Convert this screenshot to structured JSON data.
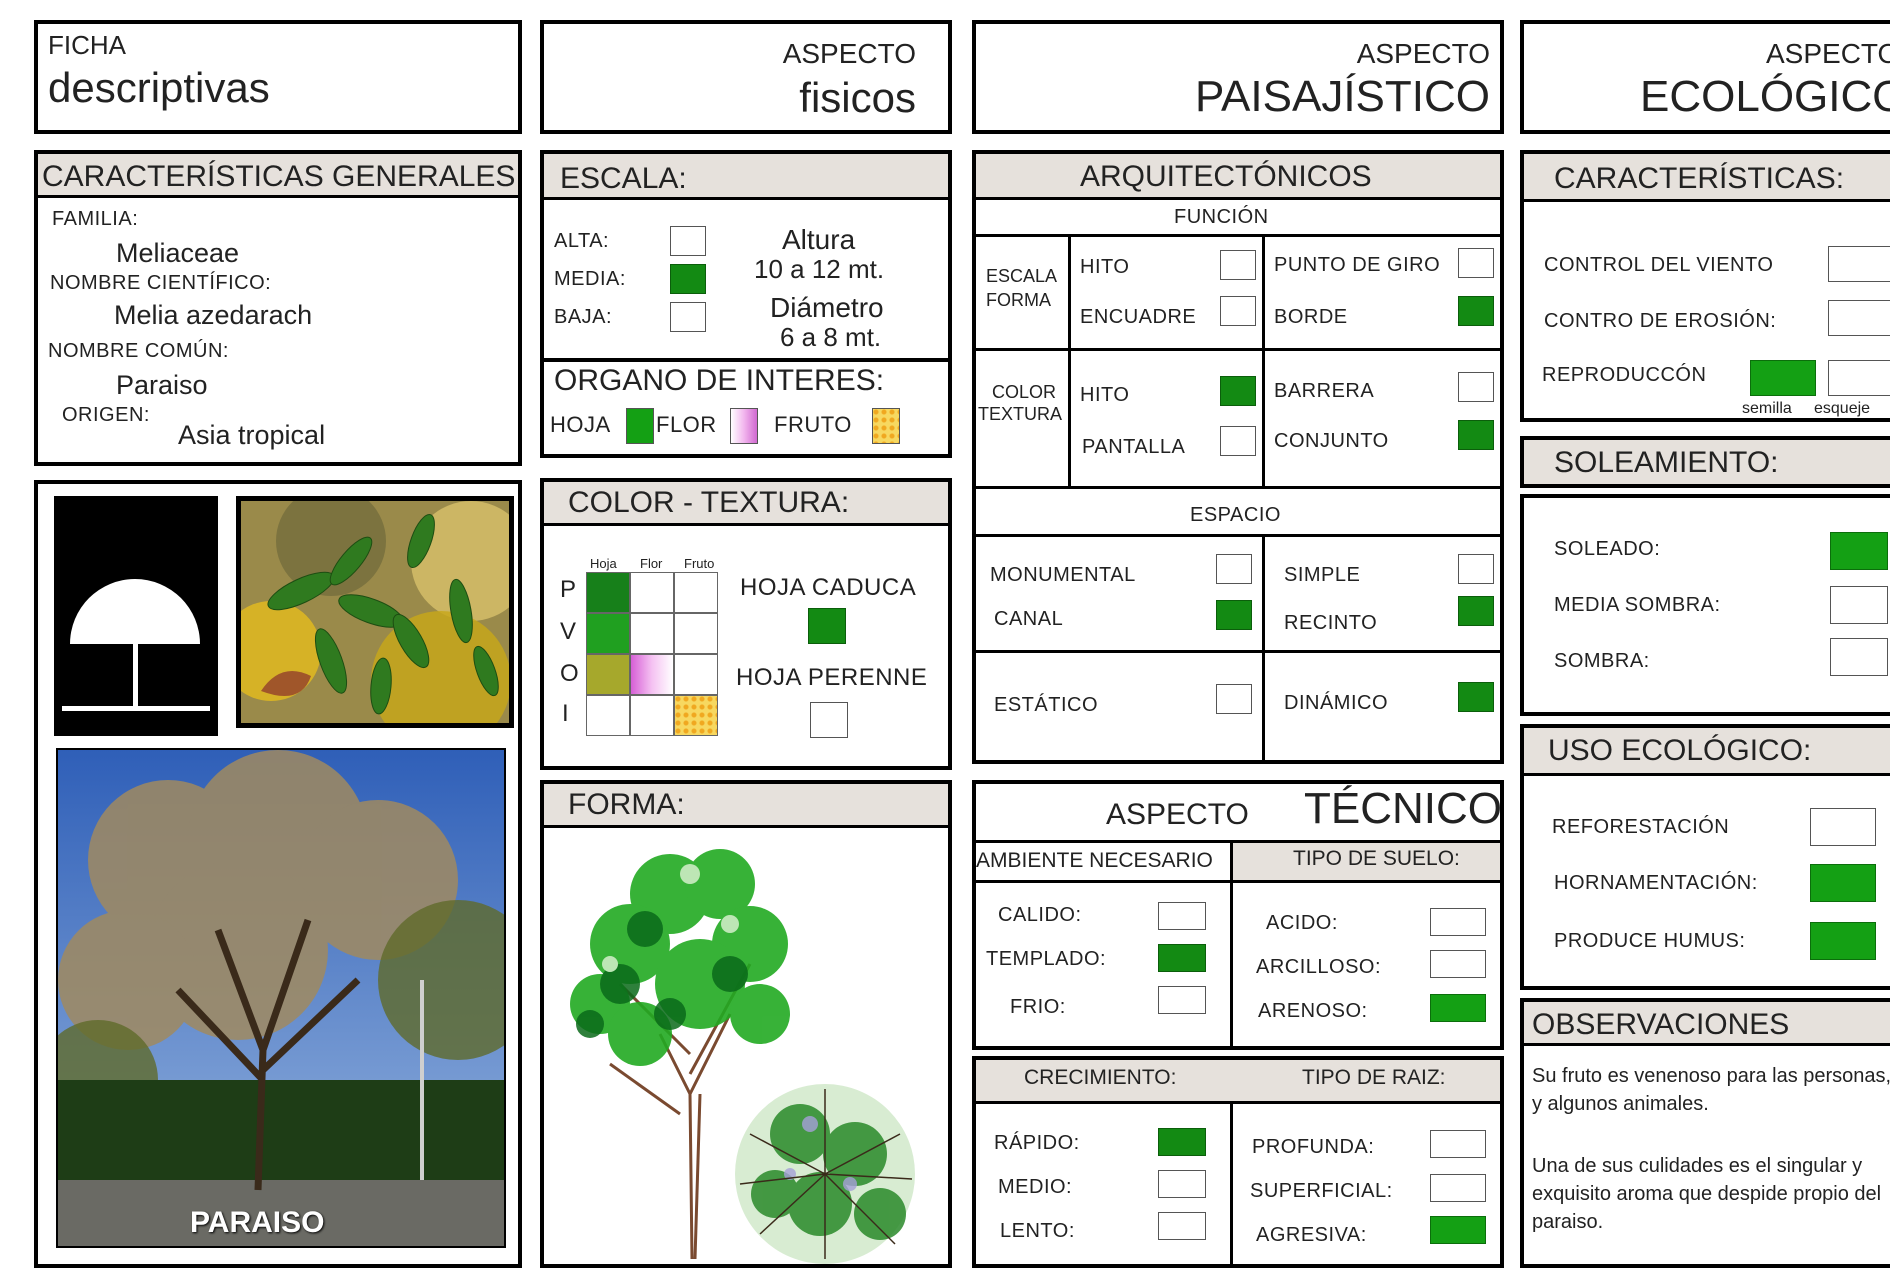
{
  "titles": {
    "ficha_small": "FICHA",
    "ficha_big": "descriptivas",
    "fisicos_small": "ASPECTO",
    "fisicos_big": "fisicos",
    "paisaj_small": "ASPECTO",
    "paisaj_big": "PAISAJÍSTICO",
    "ecol_small": "ASPECTO",
    "ecol_big": "ECOLÓGICO"
  },
  "general": {
    "header": "CARACTERÍSTICAS GENERALES",
    "familia_label": "FAMILIA:",
    "familia_value": "Meliaceae",
    "cientifico_label": "NOMBRE CIENTÍFICO:",
    "cientifico_value": "Melia azedarach",
    "comun_label": "NOMBRE COMÚN:",
    "comun_value": "Paraiso",
    "origen_label": "ORIGEN:",
    "origen_value": "Asia tropical",
    "photo_caption": "PARAISO"
  },
  "escala": {
    "header": "ESCALA:",
    "alta": "ALTA:",
    "media": "MEDIA:",
    "baja": "BAJA:",
    "altura_label": "Altura",
    "altura_value": "10 a 12 mt.",
    "diametro_label": "Diámetro",
    "diametro_value": "6 a 8 mt.",
    "selected": "MEDIA"
  },
  "organo": {
    "header": "ORGANO DE INTERES:",
    "hoja": "HOJA",
    "flor": "FLOR",
    "fruto": "FRUTO"
  },
  "color": {
    "header": "COLOR - TEXTURA:",
    "col_hoja": "Hoja",
    "col_flor": "Flor",
    "col_fruto": "Fruto",
    "row_p": "P",
    "row_v": "V",
    "row_o": "O",
    "row_i": "I",
    "caduca": "HOJA CADUCA",
    "perenne": "HOJA PERENNE"
  },
  "forma": {
    "header": "FORMA:"
  },
  "arq": {
    "header": "ARQUITECTÓNICOS",
    "funcion": "FUNCIÓN",
    "escala_forma_1": "ESCALA",
    "escala_forma_2": "FORMA",
    "color_tex_1": "COLOR",
    "color_tex_2": "TEXTURA",
    "hito": "HITO",
    "encuadre": "ENCUADRE",
    "punto_giro": "PUNTO DE GIRO",
    "borde": "BORDE",
    "hito2": "HITO",
    "pantalla": "PANTALLA",
    "barrera": "BARRERA",
    "conjunto": "CONJUNTO",
    "espacio": "ESPACIO",
    "monumental": "MONUMENTAL",
    "canal": "CANAL",
    "simple": "SIMPLE",
    "recinto": "RECINTO",
    "estatico": "ESTÁTICO",
    "dinamico": "DINÁMICO"
  },
  "tecnico": {
    "small": "ASPECTO",
    "big": "TÉCNICO",
    "ambiente": "AMBIENTE NECESARIO",
    "suelo": "TIPO DE SUELO:",
    "calido": "CALIDO:",
    "templado": "TEMPLADO:",
    "frio": "FRIO:",
    "acido": "ACIDO:",
    "arcilloso": "ARCILLOSO:",
    "arenoso": "ARENOSO:",
    "crecimiento": "CRECIMIENTO:",
    "raiz": "TIPO DE RAIZ:",
    "rapido": "RÁPIDO:",
    "medio": "MEDIO:",
    "lento": "LENTO:",
    "profunda": "PROFUNDA:",
    "superficial": "SUPERFICIAL:",
    "agresiva": "AGRESIVA:"
  },
  "ecol": {
    "caract_header": "CARACTERÍSTICAS:",
    "viento": "CONTROL DEL  VIENTO",
    "erosion": "CONTRO DE EROSIÓN:",
    "reproduccion": "REPRODUCCÓN",
    "semilla": "semilla",
    "esqueje": "esqueje",
    "sol_header": "SOLEAMIENTO:",
    "soleado": "SOLEADO:",
    "media_sombra": "MEDIA SOMBRA:",
    "sombra": "SOMBRA:",
    "uso_header": "USO ECOLÓGICO:",
    "reforestacion": "REFORESTACIÓN",
    "hornamentacion": "HORNAMENTACIÓN:",
    "humus": "PRODUCE HUMUS:",
    "obs_header": "OBSERVACIONES",
    "obs_1": "Su fruto es venenoso para las personas, y algunos animales.",
    "obs_2": "Una de sus culidades es el singular y  exquisito aroma que despide propio del  paraiso."
  },
  "colors": {
    "checked": "#138a13",
    "header_bg": "#e6e1dc",
    "flor_pink": "#f2b6ee",
    "fruto_yellow": "#f5c842"
  }
}
